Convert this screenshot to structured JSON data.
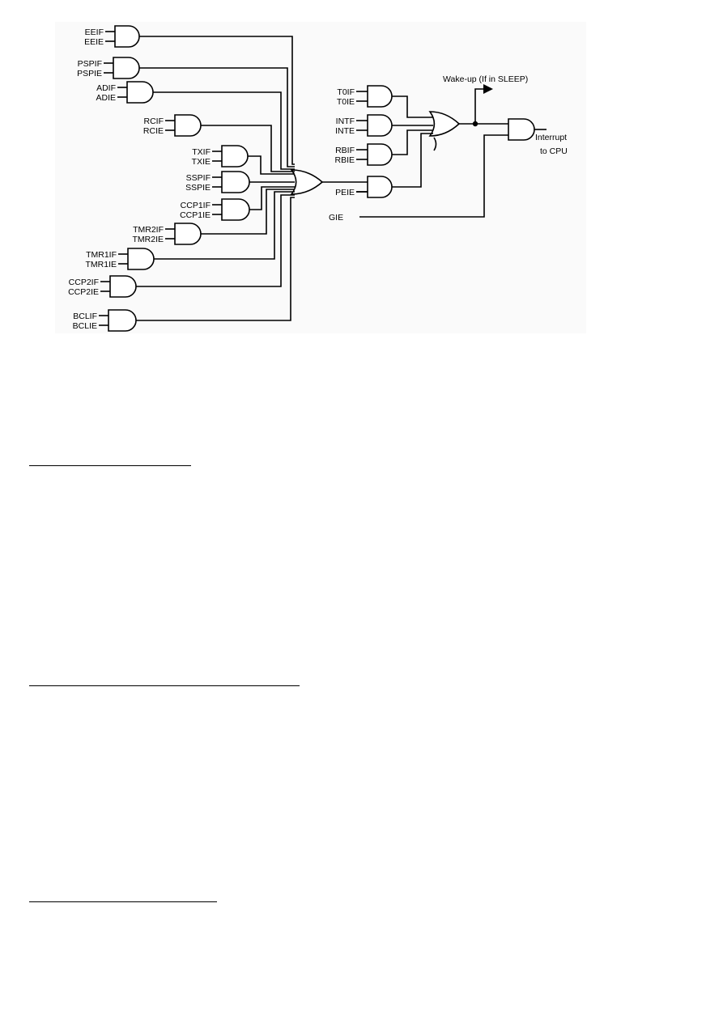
{
  "colors": {
    "ink": "#000000",
    "diagram_background": "#fafafa",
    "page_background": "#ffffff"
  },
  "left_gates": [
    {
      "id": "eeif",
      "inputs": [
        "EEIF",
        "EEIE"
      ]
    },
    {
      "id": "pspif",
      "inputs": [
        "PSPIF",
        "PSPIE"
      ]
    },
    {
      "id": "adif",
      "inputs": [
        "ADIF",
        "ADIE"
      ]
    },
    {
      "id": "rcif",
      "inputs": [
        "RCIF",
        "RCIE"
      ]
    },
    {
      "id": "txif",
      "inputs": [
        "TXIF",
        "TXIE"
      ]
    },
    {
      "id": "sspif",
      "inputs": [
        "SSPIF",
        "SSPIE"
      ]
    },
    {
      "id": "ccp1if",
      "inputs": [
        "CCP1IF",
        "CCP1IE"
      ]
    },
    {
      "id": "tmr2if",
      "inputs": [
        "TMR2IF",
        "TMR2IE"
      ]
    },
    {
      "id": "tmr1if",
      "inputs": [
        "TMR1IF",
        "TMR1IE"
      ]
    },
    {
      "id": "ccp2if",
      "inputs": [
        "CCP2IF",
        "CCP2IE"
      ]
    },
    {
      "id": "bclif",
      "inputs": [
        "BCLIF",
        "BCLIE"
      ]
    }
  ],
  "right_gates": [
    {
      "id": "t0if",
      "inputs": [
        "T0IF",
        "T0IE"
      ]
    },
    {
      "id": "intf",
      "inputs": [
        "INTF",
        "INTE"
      ]
    },
    {
      "id": "rbif",
      "inputs": [
        "RBIF",
        "RBIE"
      ]
    }
  ],
  "peie_label": "PEIE",
  "gie_label": "GIE",
  "wakeup_label": "Wake-up (If in SLEEP)",
  "output_label": [
    "Interrupt",
    "to CPU"
  ]
}
